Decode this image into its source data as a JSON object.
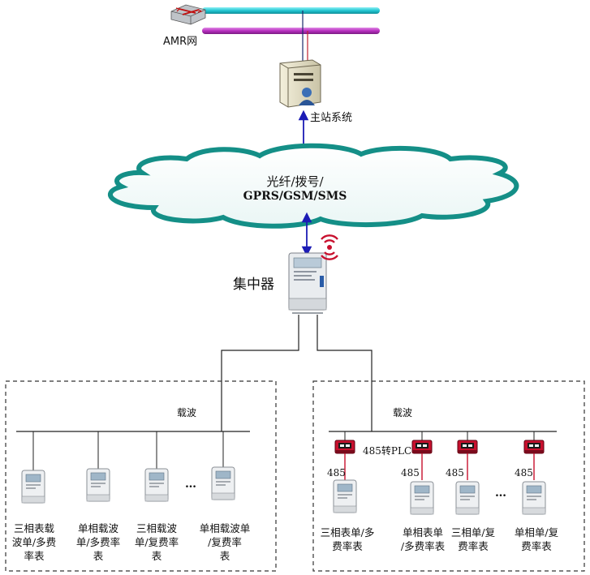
{
  "colors": {
    "bus_cyan": "#22c7d3",
    "bus_purple": "#b82fc0",
    "link_blue": "#1b1bb5",
    "cloud_teal": "#148f87",
    "adapter_red": "#c8102e",
    "line": "#222222"
  },
  "icons": {
    "router": "router-icon",
    "server": "server-user-icon",
    "concentrator": "concentrator-device-icon",
    "wireless": "wireless-signal-icon",
    "meter": "electric-meter-icon",
    "plc_adapter": "485-to-plc-adapter-icon"
  },
  "network": {
    "amr_label": "AMR网",
    "station_label": "主站系统",
    "cloud_line1": "光纤/拨号/",
    "cloud_line2": "GPRS/GSM/SMS",
    "concentrator_label": "集中器"
  },
  "left_group": {
    "carrier_label": "载波",
    "ellipsis": "…",
    "meters": [
      {
        "line1": "三相表载",
        "line2": "波单/多费",
        "line3": "率表"
      },
      {
        "line1": "单相载波",
        "line2": "单/多费率",
        "line3": "表"
      },
      {
        "line1": "三相载波",
        "line2": "单/复费率",
        "line3": "表"
      },
      {
        "line1": "单相载波单",
        "line2": "/复费率",
        "line3": "表"
      }
    ]
  },
  "right_group": {
    "carrier_label": "载波",
    "plc_label": "485转PLC",
    "rs485_label": "485",
    "ellipsis": "…",
    "meters": [
      {
        "line1": "三相表单/多",
        "line2": "费率表"
      },
      {
        "line1": "单相表单",
        "line2": "/多费率表"
      },
      {
        "line1": "三相单/复",
        "line2": "费率表"
      },
      {
        "line1": "单相单/复",
        "line2": "费率表"
      }
    ]
  }
}
